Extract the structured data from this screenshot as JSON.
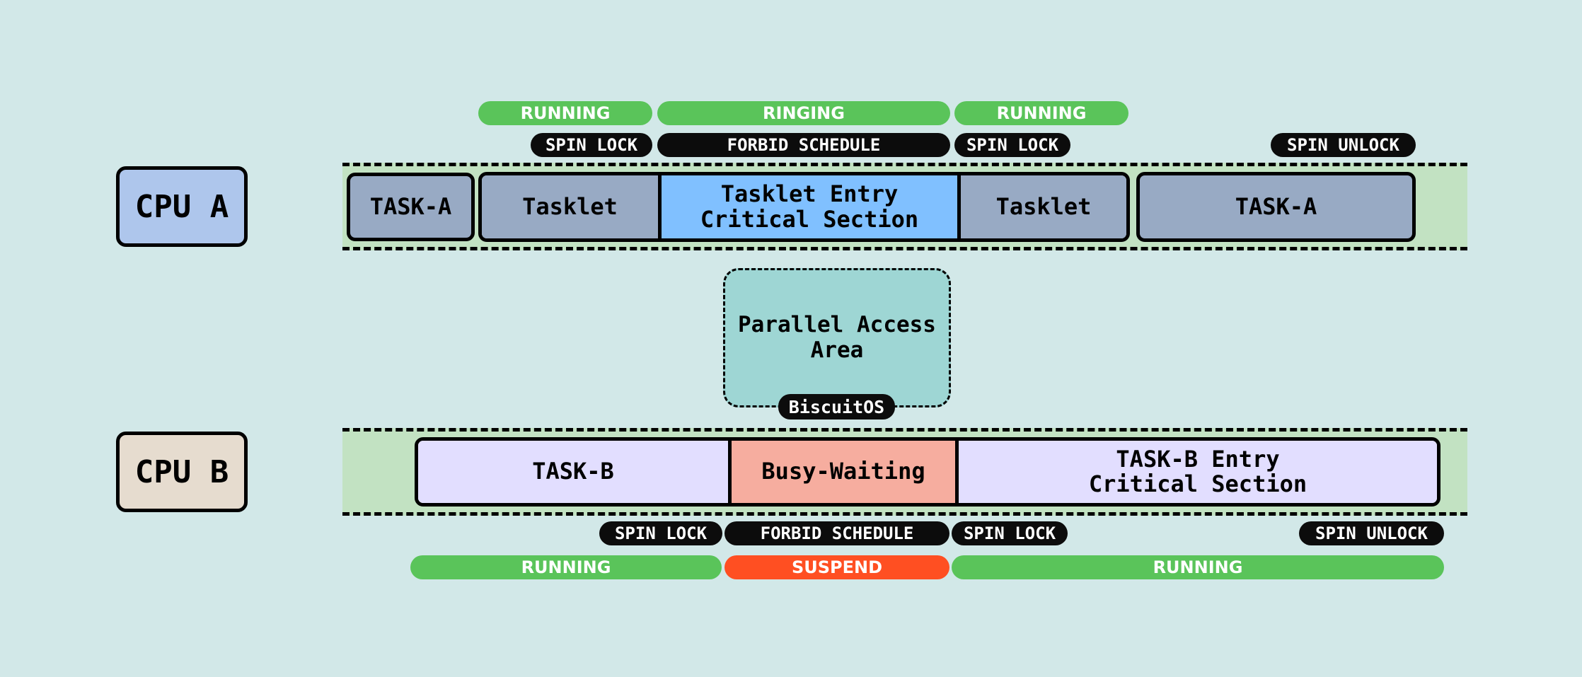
{
  "cpu_a": {
    "label": "CPU A",
    "status": [
      "RUNNING",
      "RINGING",
      "RUNNING"
    ],
    "locks": [
      "SPIN LOCK",
      "FORBID SCHEDULE",
      "SPIN LOCK",
      "SPIN UNLOCK"
    ],
    "blocks": [
      "TASK-A",
      "Tasklet",
      "Tasklet Entry\nCritical Section",
      "Tasklet",
      "TASK-A"
    ]
  },
  "cpu_b": {
    "label": "CPU B",
    "blocks": [
      "TASK-B",
      "Busy-Waiting",
      "TASK-B Entry\nCritical Section"
    ],
    "locks": [
      "SPIN LOCK",
      "FORBID SCHEDULE",
      "SPIN LOCK",
      "SPIN UNLOCK"
    ],
    "status": [
      "RUNNING",
      "SUSPEND",
      "RUNNING"
    ]
  },
  "parallel": {
    "label": "Parallel Access\nArea",
    "badge": "BiscuitOS"
  },
  "colors": {
    "background": "#d2e8e8",
    "lane": "#c2e2c2",
    "cpu_a": "#aec6ec",
    "cpu_b": "#e6dccf",
    "task_a": "#98aac4",
    "critical_a": "#80c0ff",
    "task_b": "#e2deff",
    "busy_waiting": "#f6ad9f",
    "running": "#5ac45a",
    "suspend": "#ff4f22",
    "parallel_area": "#9ed6d4"
  }
}
